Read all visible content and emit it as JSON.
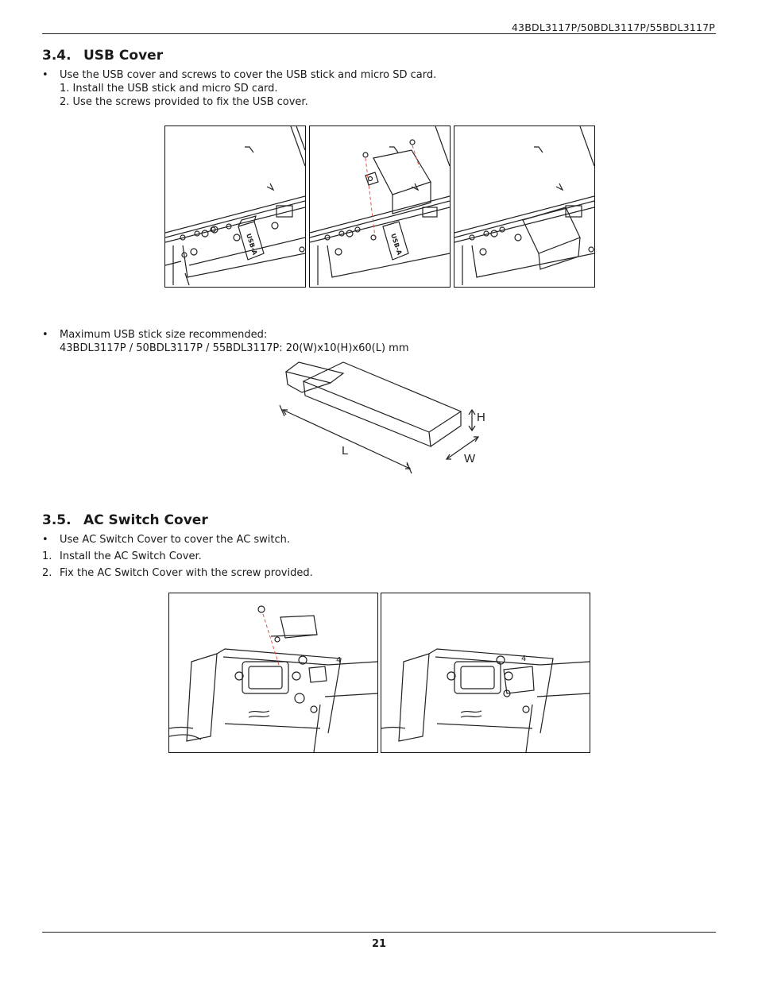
{
  "header": {
    "model": "43BDL3117P/50BDL3117P/55BDL3117P"
  },
  "section_usb": {
    "number": "3.4.",
    "title": "USB Cover",
    "bullet": "Use the USB cover and screws to cover the USB stick and micro SD card.",
    "steps": [
      "1. Install the USB stick and micro SD card.",
      "2. Use the screws provided to fix the USB cover."
    ],
    "port_label": "USB-A"
  },
  "section_stick": {
    "bullet": "Maximum USB stick size recommended:",
    "size": "43BDL3117P / 50BDL3117P / 55BDL3117P: 20(W)x10(H)x60(L) mm",
    "dim_h": "H",
    "dim_l": "L",
    "dim_w": "W"
  },
  "section_ac": {
    "number": "3.5.",
    "title": "AC Switch Cover",
    "bullet": "Use AC Switch Cover to cover the AC switch.",
    "steps": [
      {
        "num": "1.",
        "text": "Install the AC Switch Cover."
      },
      {
        "num": "2.",
        "text": "Fix the AC Switch Cover with the screw provided."
      }
    ]
  },
  "footer": {
    "page": "21"
  }
}
